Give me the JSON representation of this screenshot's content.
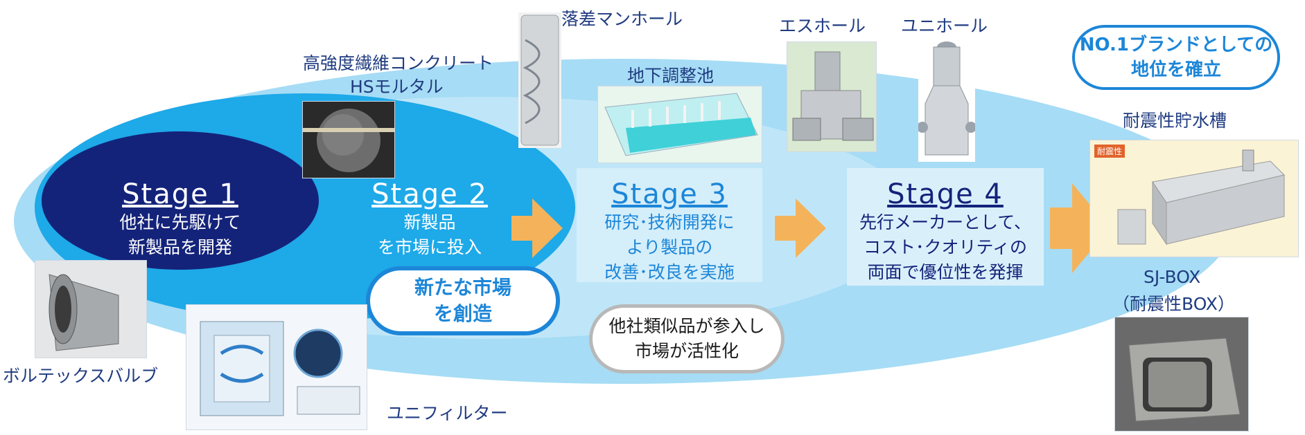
{
  "labels": {
    "high_strength": "高強度繊維コンクリート",
    "hs_mortar": "HSモルタル",
    "drop_manhole": "落差マンホール",
    "underground_pond": "地下調整池",
    "s_hole": "エスホール",
    "uni_hole": "ユニホール",
    "vortex_valve": "ボルテックスバルブ",
    "uni_filter": "ユニフィルター",
    "seismic_tank": "耐震性貯水槽",
    "sjbox": "SJ-BOX",
    "sjbox_sub": "（耐震性BOX）",
    "tank_badge": "耐震性"
  },
  "stages": [
    {
      "title": "Stage 1",
      "lines": [
        "他社に先駆けて",
        "新製品を開発"
      ]
    },
    {
      "title": "Stage 2",
      "lines": [
        "新製品",
        "を市場に投入"
      ]
    },
    {
      "title": "Stage 3",
      "lines": [
        "研究･技術開発に",
        "より製品の",
        "改善･改良を実施"
      ]
    },
    {
      "title": "Stage 4",
      "lines": [
        "先行メーカーとして、",
        "コスト･クオリティの",
        "両面で優位性を発揮"
      ]
    }
  ],
  "callouts": {
    "new_market": [
      "新たな市場",
      "を創造"
    ],
    "competitors": [
      "他社類似品が参入し",
      "市場が活性化"
    ],
    "brand": [
      "NO.1ブランドとしての",
      "地位を確立"
    ]
  },
  "colors": {
    "dark_navy": "#14237a",
    "mid_blue": "#1aa6e6",
    "light_blue": "#8fd4f3",
    "pale_blue": "#c9ebf9",
    "arrow_orange": "#f4b35a",
    "accent_blue": "#1c86d8"
  }
}
